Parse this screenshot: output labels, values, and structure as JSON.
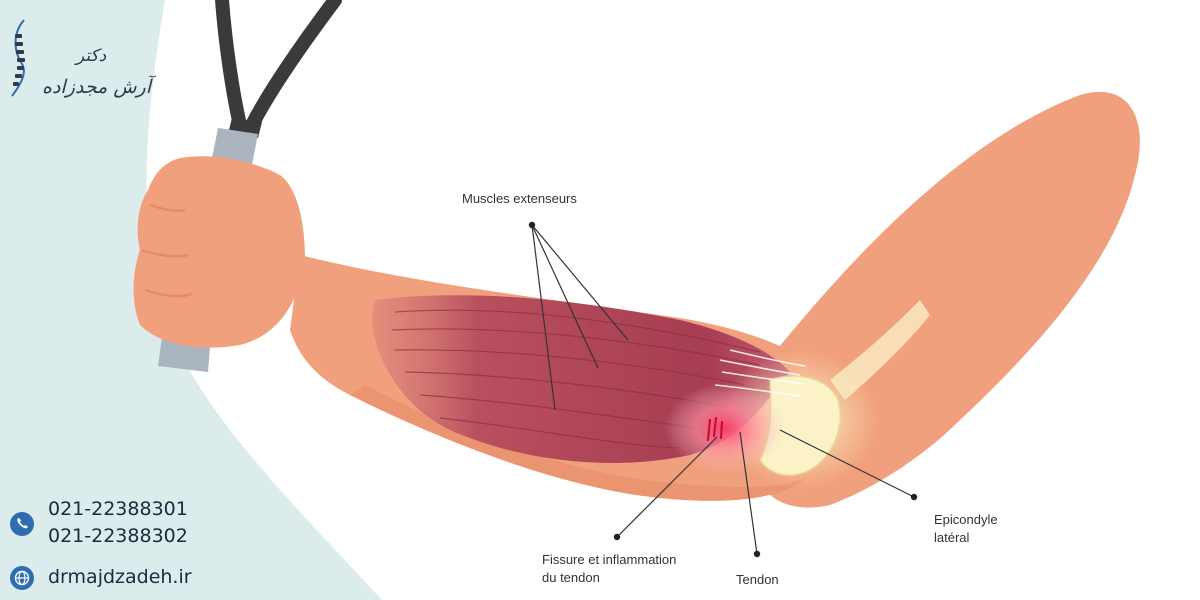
{
  "brand": {
    "line1": "دکتر",
    "line2": "آرش مجدزاده"
  },
  "contact": {
    "phone1": "021-22388301",
    "phone2": "021-22388302",
    "website": "drmajdzadeh.ir"
  },
  "diagram": {
    "labels": {
      "muscles": "Muscles extenseurs",
      "fissure_1": "Fissure et inflammation",
      "fissure_2": "du tendon",
      "tendon": "Tendon",
      "epicondyle_1": "Epicondyle",
      "epicondyle_2": "latéral"
    }
  },
  "colors": {
    "sidebar": "#dcecec",
    "skin": "#f0a07c",
    "skin_dark": "#e58c66",
    "muscle": "#b4485a",
    "inflammation": "#f5587a",
    "bone": "#fbf2c8",
    "racket": "#3a3a3c",
    "grip": "#aab4be",
    "icon": "#2f6db3"
  }
}
